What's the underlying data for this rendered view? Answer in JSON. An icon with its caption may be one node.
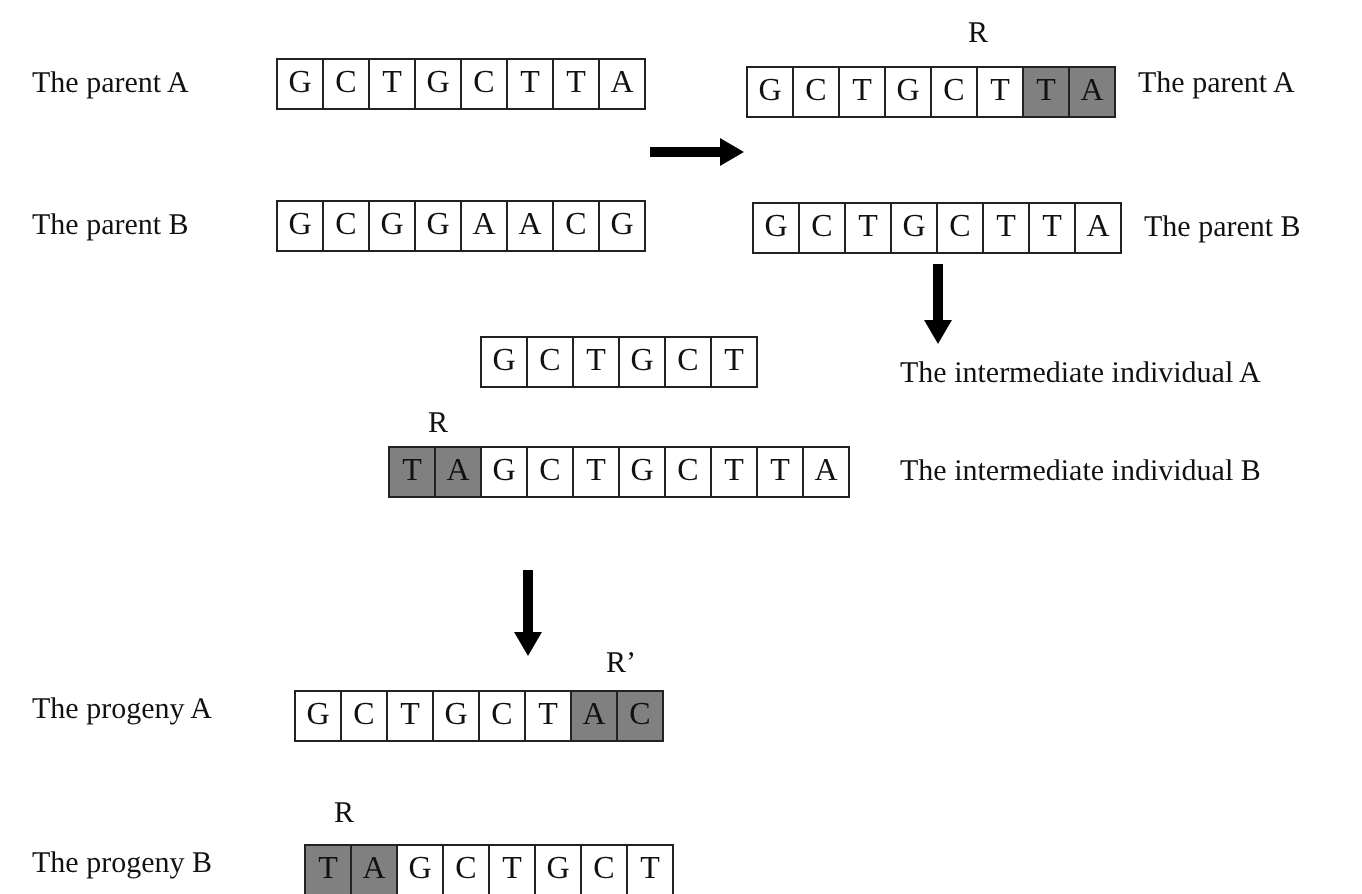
{
  "diagram": {
    "nodes": [
      {
        "text": [
          "G",
          "C",
          "T",
          "G",
          "C",
          "T",
          "T",
          "A"
        ],
        "beside": [
          "The parent A"
        ]
      },
      {
        "text": [
          "G",
          "C",
          "T",
          "G",
          "C",
          "T",
          "T",
          "A"
        ],
        "beside": [
          "R",
          "The parent A"
        ]
      },
      {
        "text": [
          "G",
          "C",
          "G",
          "G",
          "A",
          "A",
          "C",
          "G"
        ],
        "beside": [
          "The parent B"
        ]
      },
      {
        "text": [
          "G",
          "C",
          "T",
          "G",
          "C",
          "T",
          "T",
          "A"
        ],
        "beside": [
          "The parent B"
        ]
      },
      {
        "text": [
          "G",
          "C",
          "T",
          "G",
          "C",
          "T"
        ]
      },
      {
        "text": [
          "T",
          "A",
          "G",
          "C",
          "T",
          "G",
          "C",
          "T",
          "T",
          "A"
        ],
        "beside": [
          "R",
          "The intermediate individual B"
        ]
      },
      {
        "text": [
          "G",
          "C",
          "T",
          "G",
          "C",
          "T",
          "A",
          "C"
        ],
        "beside": [
          "R’",
          "The progeny A"
        ]
      },
      {
        "text": [
          "T",
          "A",
          "G",
          "C",
          "T",
          "G",
          "C",
          "T"
        ],
        "beside": [
          "R",
          "The progeny B"
        ]
      }
    ],
    "labels": [
      "The intermediate individual A"
    ]
  }
}
